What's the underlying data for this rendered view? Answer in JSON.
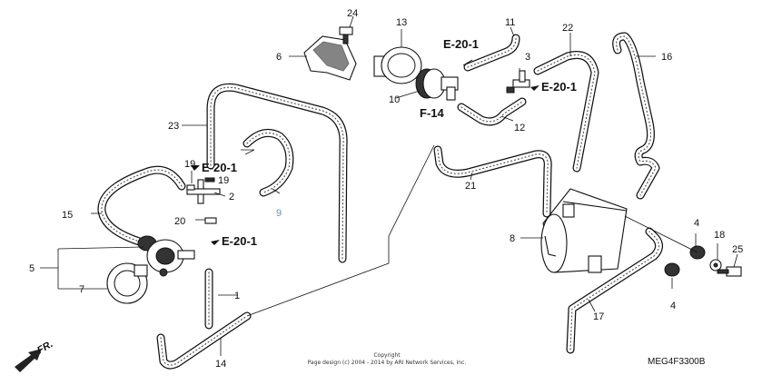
{
  "callouts": [
    "1",
    "2",
    "3",
    "4",
    "4",
    "5",
    "6",
    "7",
    "8",
    "9",
    "10",
    "11",
    "12",
    "13",
    "14",
    "15",
    "16",
    "17",
    "18",
    "19",
    "19",
    "20",
    "21",
    "22",
    "23",
    "24",
    "25"
  ],
  "references": {
    "e20_1": "E-20-1",
    "f14": "F-14"
  },
  "footer": {
    "copyright_line1": "Copyright",
    "copyright_line2": "Page design (c) 2004 - 2014 by ARI Network Services, Inc."
  },
  "diagram_code": "MEG4F3300B",
  "direction_label": "FR."
}
